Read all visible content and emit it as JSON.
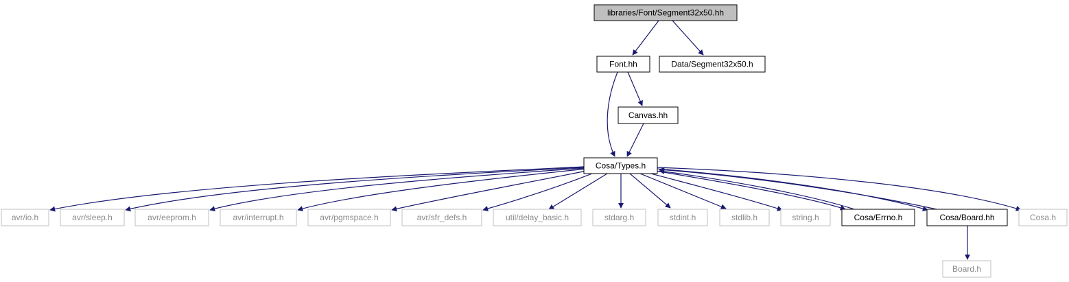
{
  "diagram": {
    "colors": {
      "edge": "#191970",
      "root_fill": "#bfbfbf",
      "box_stroke": "#000000",
      "missing_stroke": "#bfbfbf",
      "missing_text": "#8a8a8a"
    },
    "nodes": [
      {
        "id": "root",
        "label": "libraries/Font/Segment32x50.hh",
        "style": "root"
      },
      {
        "id": "font",
        "label": "Font.hh",
        "style": "doc"
      },
      {
        "id": "data",
        "label": "Data/Segment32x50.h",
        "style": "doc"
      },
      {
        "id": "canvas",
        "label": "Canvas.hh",
        "style": "doc"
      },
      {
        "id": "types",
        "label": "Cosa/Types.h",
        "style": "doc"
      },
      {
        "id": "io",
        "label": "avr/io.h",
        "style": "missing"
      },
      {
        "id": "sleep",
        "label": "avr/sleep.h",
        "style": "missing"
      },
      {
        "id": "eeprom",
        "label": "avr/eeprom.h",
        "style": "missing"
      },
      {
        "id": "interrupt",
        "label": "avr/interrupt.h",
        "style": "missing"
      },
      {
        "id": "pgmspace",
        "label": "avr/pgmspace.h",
        "style": "missing"
      },
      {
        "id": "sfr",
        "label": "avr/sfr_defs.h",
        "style": "missing"
      },
      {
        "id": "delay",
        "label": "util/delay_basic.h",
        "style": "missing"
      },
      {
        "id": "stdarg",
        "label": "stdarg.h",
        "style": "missing"
      },
      {
        "id": "stdint",
        "label": "stdint.h",
        "style": "missing"
      },
      {
        "id": "stdlib",
        "label": "stdlib.h",
        "style": "missing"
      },
      {
        "id": "string",
        "label": "string.h",
        "style": "missing"
      },
      {
        "id": "errno",
        "label": "Cosa/Errno.h",
        "style": "doc"
      },
      {
        "id": "board",
        "label": "Cosa/Board.hh",
        "style": "doc"
      },
      {
        "id": "cosa",
        "label": "Cosa.h",
        "style": "missing"
      },
      {
        "id": "boardh",
        "label": "Board.h",
        "style": "missing"
      }
    ],
    "edges": [
      {
        "from": "root",
        "to": "font"
      },
      {
        "from": "root",
        "to": "data"
      },
      {
        "from": "font",
        "to": "canvas"
      },
      {
        "from": "font",
        "to": "types"
      },
      {
        "from": "canvas",
        "to": "types"
      },
      {
        "from": "types",
        "to": "io"
      },
      {
        "from": "types",
        "to": "sleep"
      },
      {
        "from": "types",
        "to": "eeprom"
      },
      {
        "from": "types",
        "to": "interrupt"
      },
      {
        "from": "types",
        "to": "pgmspace"
      },
      {
        "from": "types",
        "to": "sfr"
      },
      {
        "from": "types",
        "to": "delay"
      },
      {
        "from": "types",
        "to": "stdarg"
      },
      {
        "from": "types",
        "to": "stdint"
      },
      {
        "from": "types",
        "to": "stdlib"
      },
      {
        "from": "types",
        "to": "string"
      },
      {
        "from": "types",
        "to": "errno"
      },
      {
        "from": "types",
        "to": "board"
      },
      {
        "from": "types",
        "to": "cosa"
      },
      {
        "from": "errno",
        "to": "types"
      },
      {
        "from": "board",
        "to": "types"
      },
      {
        "from": "board",
        "to": "boardh"
      }
    ]
  }
}
